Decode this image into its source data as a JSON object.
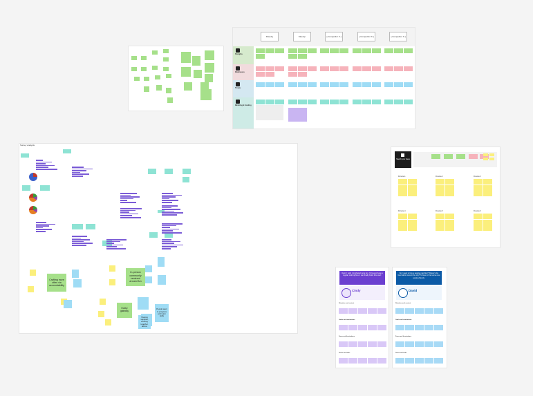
{
  "matrix": {
    "columns": [
      "Ravelry",
      "Meetup",
      "[ Competitor X ]",
      "[ Competitor X ]",
      "[ Competitor X ]"
    ],
    "rows": [
      {
        "label": "Strengths",
        "color": "#a6e08a",
        "icon": "star-icon"
      },
      {
        "label": "Weaknesses",
        "color": "#f6b3bb",
        "icon": "warning-icon"
      },
      {
        "label": "Threats",
        "color": "#9fdcf5",
        "icon": "mountain-icon"
      },
      {
        "label": "Marketing & branding",
        "color": "#8ee3d4",
        "icon": "megaphone-icon"
      }
    ]
  },
  "survey": {
    "title": "Survey analysis"
  },
  "affinity": {
    "themes": [
      "Crafting more often via accountability",
      "In-person community centered around fun",
      "Hobby gateway"
    ],
    "insights": [
      "People want to progress and learn skills",
      "Sharing supplies, working together, advice"
    ]
  },
  "workshop": {
    "card_title": "Sketch your ideas",
    "personas": [
      "Persona 1",
      "Persona 2",
      "Persona 3",
      "Persona 4",
      "Persona 5",
      "Persona 6"
    ]
  },
  "personas": [
    {
      "name": "Cindy",
      "quote": "Darn! I wish I crocheted more fun. I'd love to have a regular craft night so I can finally finish this scarf.",
      "accent": "#6b3fd0",
      "sections": [
        "Situation and context",
        "Goals and motivations",
        "Fears and frustrations",
        "Tasks and tools"
      ]
    },
    {
      "name": "David",
      "quote": "Do I need to buy a sewing machine? Where's the best fabric store in the city? I'd love to find some new sewing friends.",
      "accent": "#0b5aa6",
      "sections": [
        "Situation and context",
        "Goals and motivations",
        "Fears and frustrations",
        "Tasks and tools"
      ]
    }
  ]
}
